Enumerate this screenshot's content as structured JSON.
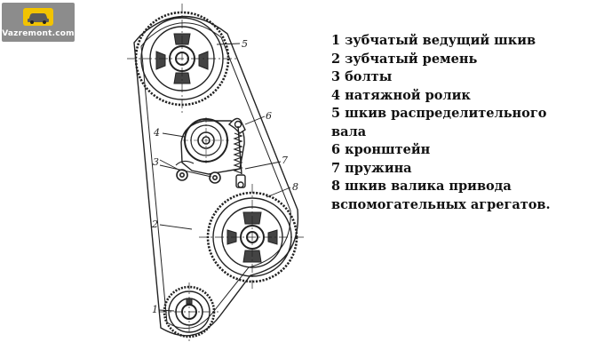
{
  "logo": {
    "text": "Vazremont.com",
    "icon": "car-icon"
  },
  "legend": {
    "items": [
      "1 зубчатый ведущий шкив",
      "2 зубчатый ремень",
      "3 болты",
      "4 натяжной ролик",
      "5 шкив распределительного",
      "вала",
      "6 кронштейн",
      "7 пружина",
      "8 шкив валика привода",
      "вспомогательных агрегатов."
    ]
  },
  "callouts": {
    "n1": "1",
    "n2": "2",
    "n3": "3",
    "n4": "4",
    "n5": "5",
    "n6": "6",
    "n7": "7",
    "n8": "8"
  },
  "colors": {
    "ink": "#222222",
    "logo_bg": "#8c8c8c",
    "logo_accent": "#f2c300"
  }
}
